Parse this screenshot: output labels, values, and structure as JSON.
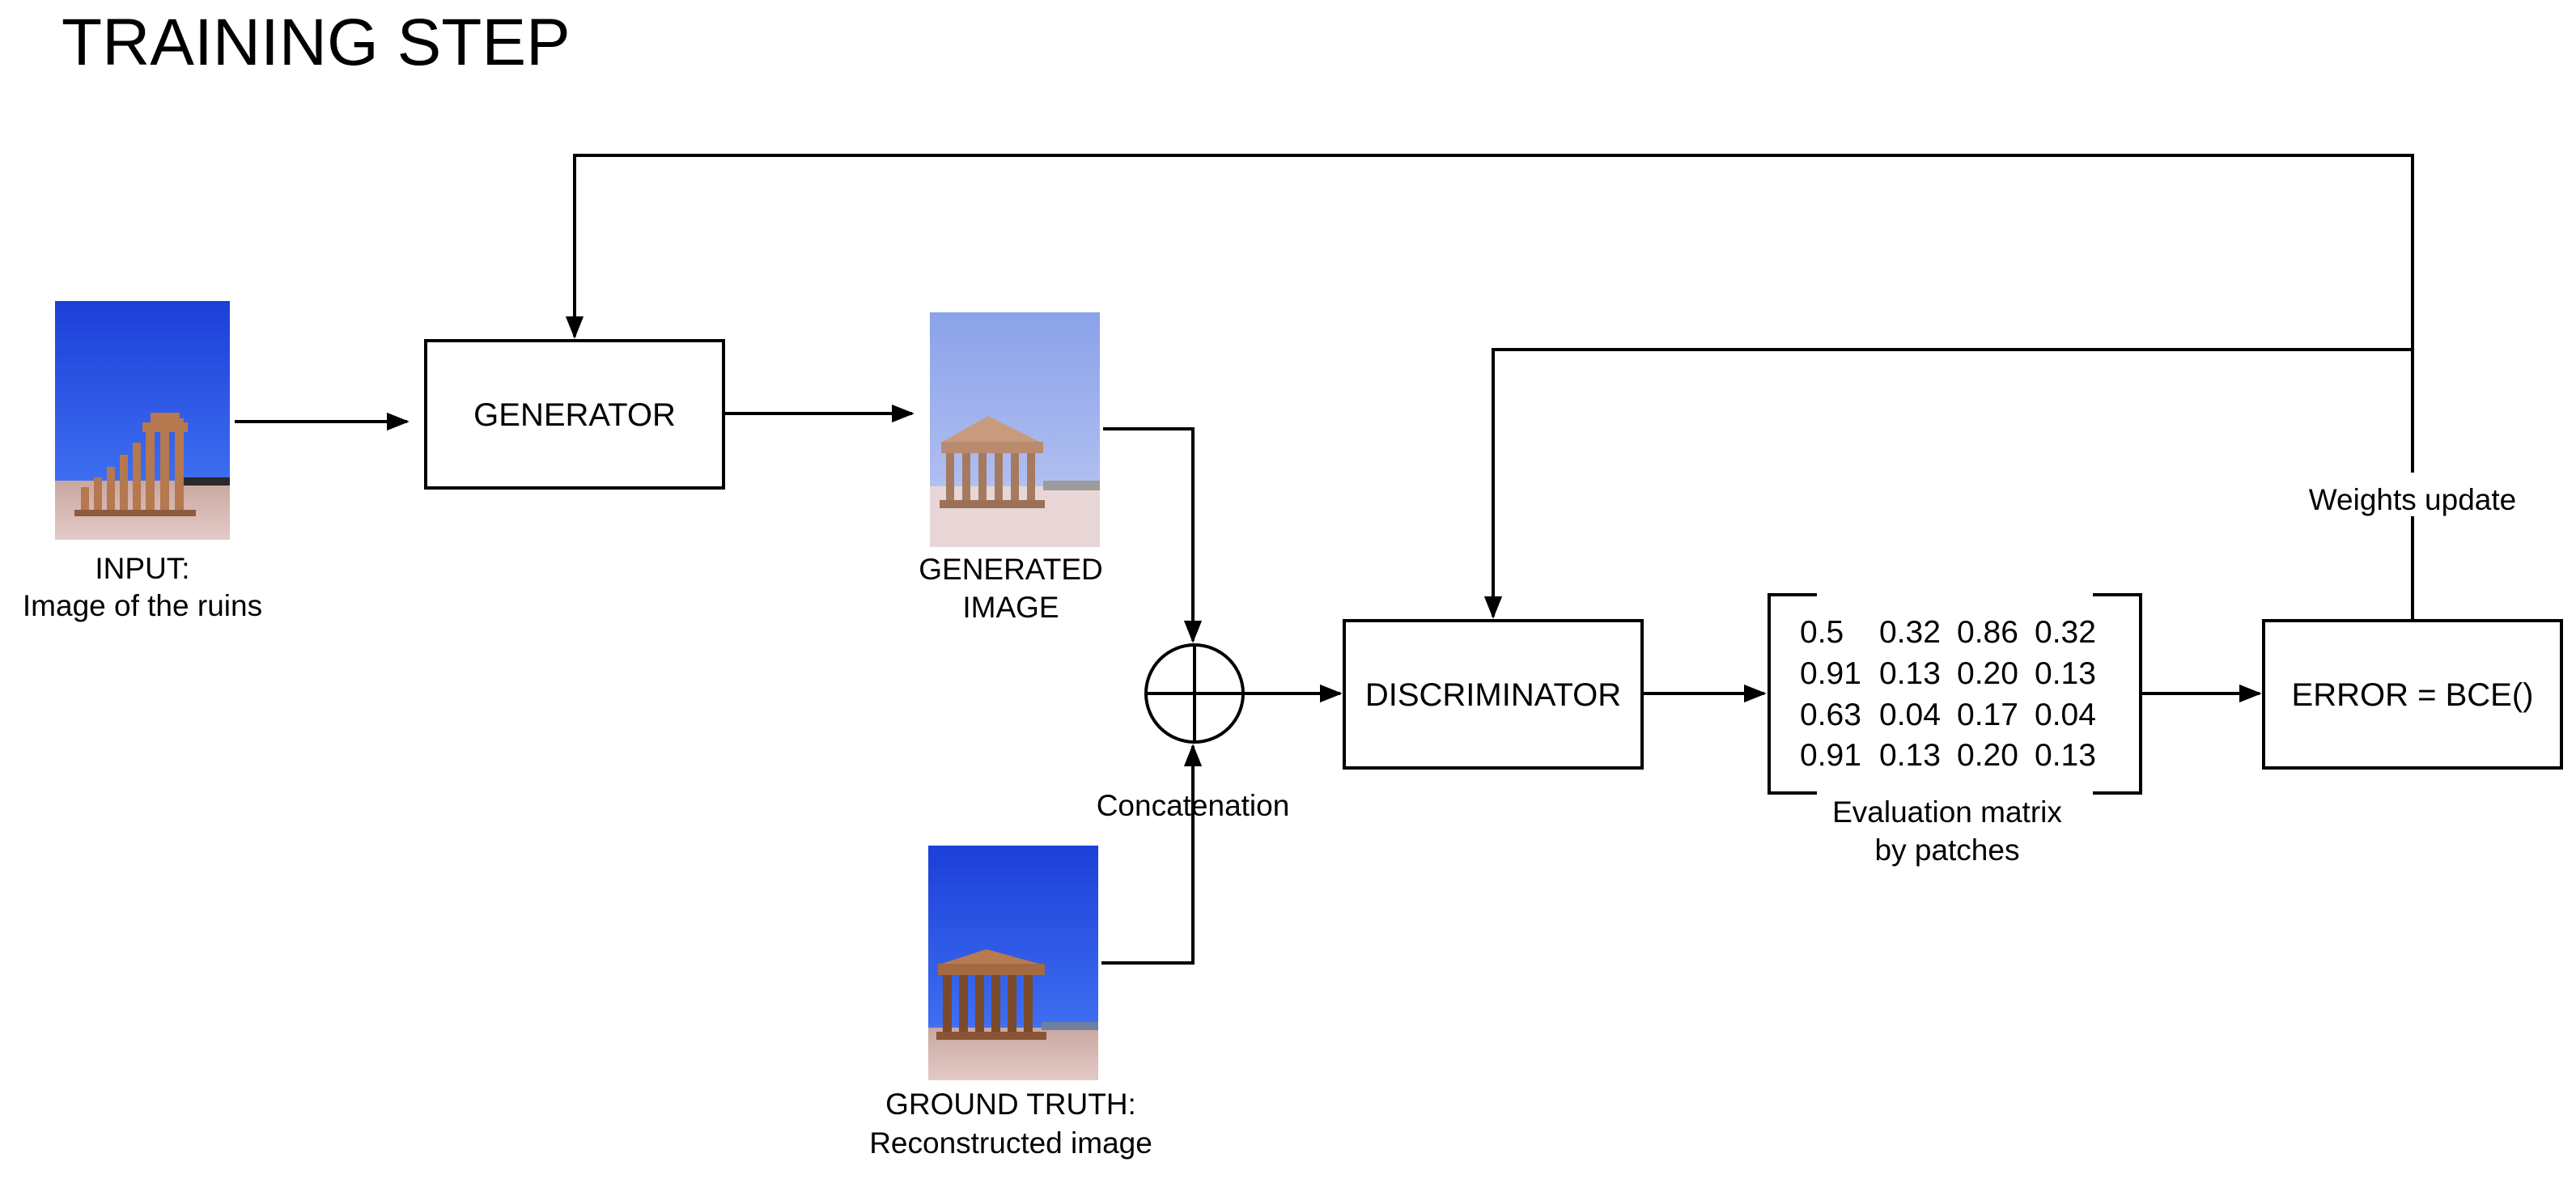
{
  "title": "TRAINING STEP",
  "nodes": {
    "generator": "GENERATOR",
    "discriminator": "DISCRIMINATOR",
    "error": "ERROR = BCE()"
  },
  "captions": {
    "input_line1": "INPUT:",
    "input_line2": "Image of the ruins",
    "generated_line1": "GENERATED",
    "generated_line2": "IMAGE",
    "ground_truth_line1": "GROUND TRUTH:",
    "ground_truth_line2": "Reconstructed image",
    "concatenation": "Concatenation",
    "weights_update": "Weights update",
    "matrix_line1": "Evaluation matrix",
    "matrix_line2": "by patches"
  },
  "matrix": [
    [
      "0.5",
      "0.32",
      "0.86",
      "0.32"
    ],
    [
      "0.91",
      "0.13",
      "0.20",
      "0.13"
    ],
    [
      "0.63",
      "0.04",
      "0.17",
      "0.04"
    ],
    [
      "0.91",
      "0.13",
      "0.20",
      "0.13"
    ]
  ],
  "colors": {
    "sky_deep": "#1f4fe0",
    "sky_light": "#8fa8ea",
    "ground": "#d6b8b4",
    "stone": "#b07a55"
  }
}
